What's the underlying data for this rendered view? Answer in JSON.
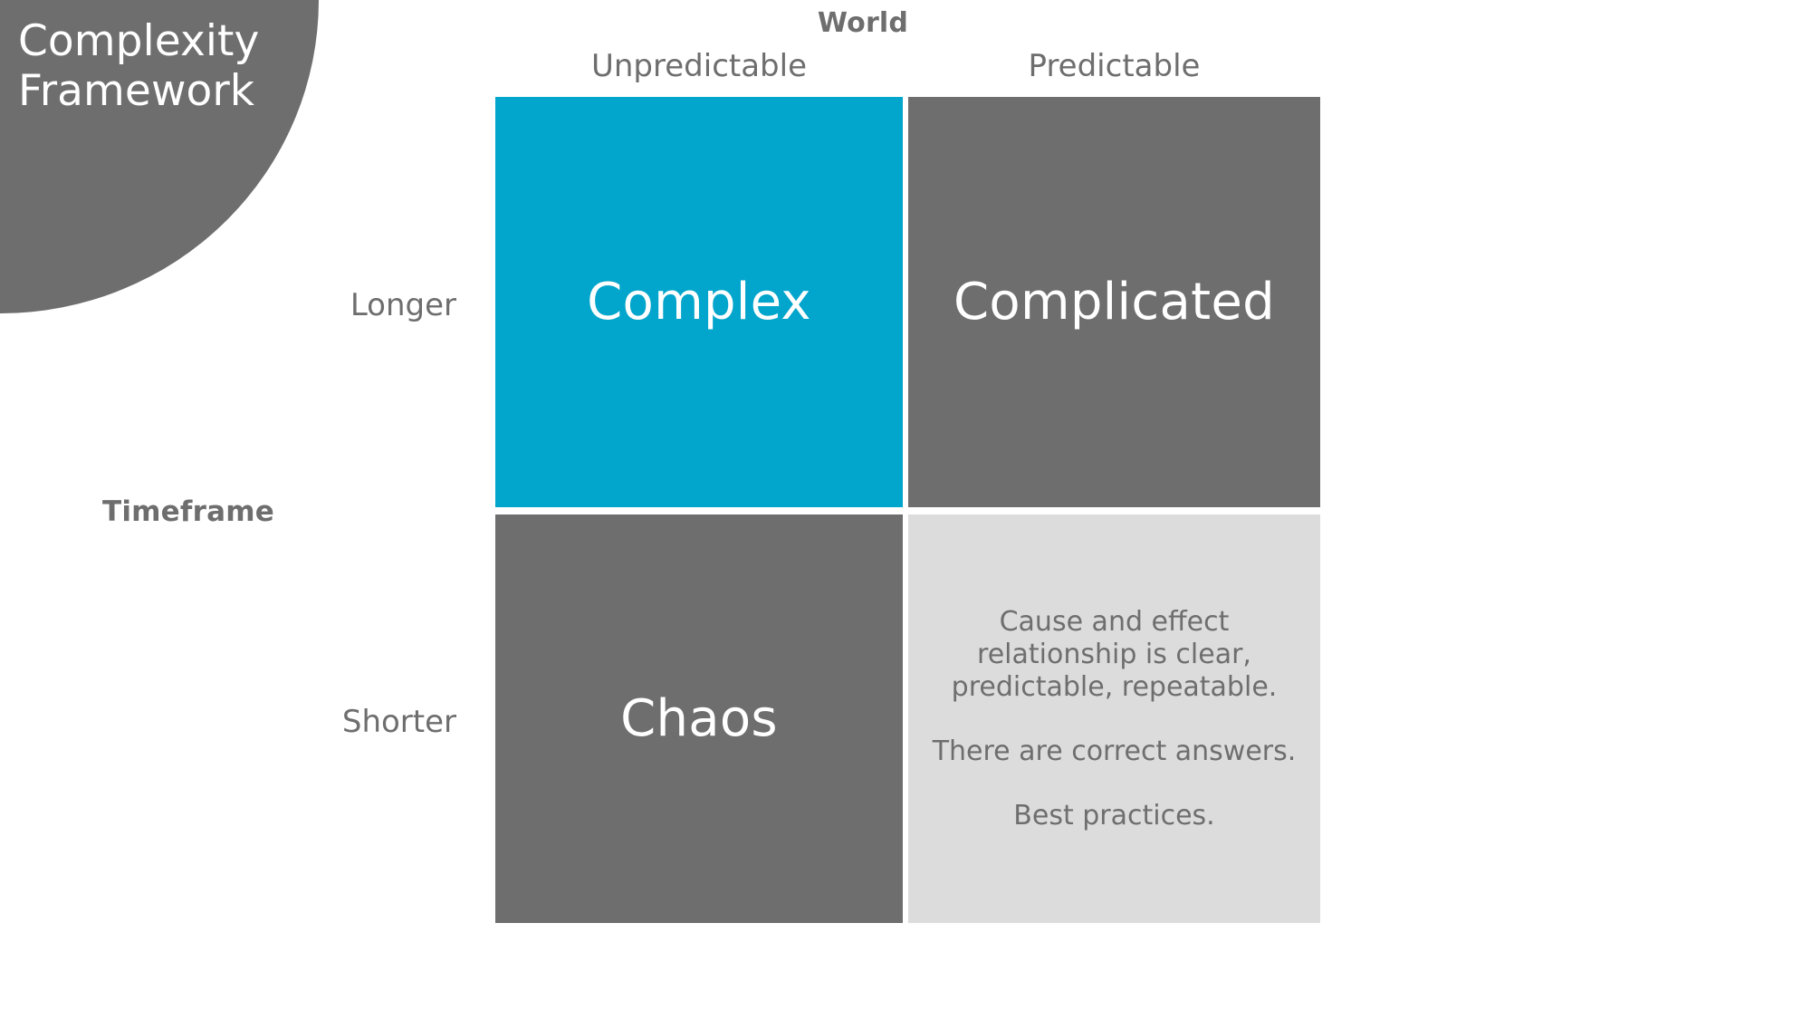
{
  "badge": {
    "line1": "Complexity",
    "line2": "Framework"
  },
  "axes": {
    "column_axis_title": "World",
    "row_axis_title": "Timeframe",
    "columns": [
      {
        "label": "Unpredictable"
      },
      {
        "label": "Predictable"
      }
    ],
    "rows": [
      {
        "label": "Longer"
      },
      {
        "label": "Shorter"
      }
    ]
  },
  "cells": {
    "complex": {
      "title": "Complex"
    },
    "complicated": {
      "title": "Complicated"
    },
    "chaos": {
      "title": "Chaos"
    },
    "simple": {
      "para1": "Cause and effect relationship is clear, predictable, repeatable.",
      "para2": "There are correct answers.",
      "para3": "Best practices."
    }
  },
  "colors": {
    "accent_cyan": "#02a5cb",
    "dark_gray": "#6e6e6e",
    "light_gray": "#dcdcdc",
    "white": "#ffffff"
  },
  "chart_data": {
    "type": "table",
    "title": "Complexity Framework",
    "xlabel": "World",
    "ylabel": "Timeframe",
    "x_categories": [
      "Unpredictable",
      "Predictable"
    ],
    "y_categories": [
      "Longer",
      "Shorter"
    ],
    "quadrants": [
      {
        "row": "Longer",
        "column": "Unpredictable",
        "label": "Complex",
        "fill": "#02a5cb",
        "text_color": "#ffffff",
        "body": []
      },
      {
        "row": "Longer",
        "column": "Predictable",
        "label": "Complicated",
        "fill": "#6e6e6e",
        "text_color": "#ffffff",
        "body": []
      },
      {
        "row": "Shorter",
        "column": "Unpredictable",
        "label": "Chaos",
        "fill": "#6e6e6e",
        "text_color": "#ffffff",
        "body": []
      },
      {
        "row": "Shorter",
        "column": "Predictable",
        "label": "",
        "fill": "#dcdcdc",
        "text_color": "#6e6e6e",
        "body": [
          "Cause and effect relationship is clear, predictable, repeatable.",
          "There are correct answers.",
          "Best practices."
        ]
      }
    ]
  }
}
